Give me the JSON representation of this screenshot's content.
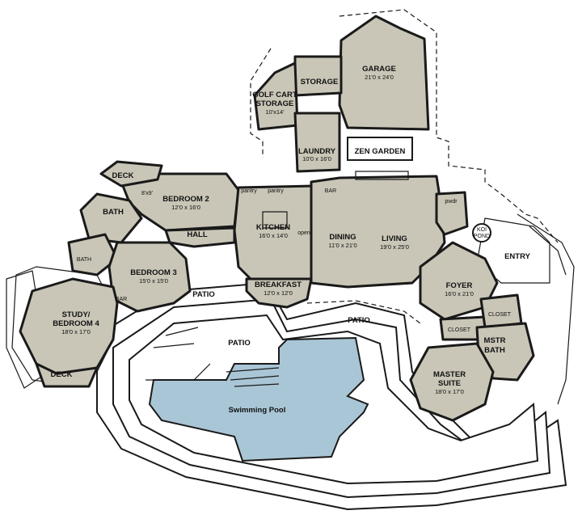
{
  "rooms": {
    "garage": {
      "name": "GARAGE",
      "dim": "21'0 x 24'0"
    },
    "storage": {
      "name": "STORAGE"
    },
    "golf_cart": {
      "name1": "GOLF CART",
      "name2": "STORAGE",
      "dim": "10'x14'"
    },
    "laundry": {
      "name": "LAUNDRY",
      "dim": "10'0 x 16'0"
    },
    "zen_garden": {
      "name": "ZEN GARDEN"
    },
    "deck_top": {
      "name": "DECK"
    },
    "deck_bottom": {
      "name": "DECK"
    },
    "bedroom2": {
      "name": "BEDROOM 2",
      "dim": "12'0 x 16'0",
      "note": "8'x9'"
    },
    "bath": {
      "name": "BATH"
    },
    "hall": {
      "name": "HALL"
    },
    "kitchen": {
      "name": "KITCHEN",
      "dim": "16'0 x 14'0"
    },
    "pantry1": {
      "name": "pantry"
    },
    "pantry2": {
      "name": "pantry"
    },
    "bar": {
      "name": "BAR"
    },
    "open": {
      "name": "open"
    },
    "dining": {
      "name": "DINING",
      "dim": "11'0 x 21'0"
    },
    "living": {
      "name": "LIVING",
      "dim": "19'0 x 25'0"
    },
    "pwdr": {
      "name": "pwdr"
    },
    "koi_pond": {
      "name1": "KOI",
      "name2": "POND"
    },
    "entry": {
      "name": "ENTRY"
    },
    "foyer": {
      "name": "FOYER",
      "dim": "16'0 x 21'0"
    },
    "closet1": {
      "name": "CLOSET"
    },
    "closet2": {
      "name": "CLOSET"
    },
    "mstr_bath": {
      "name1": "MSTR",
      "name2": "BATH"
    },
    "master_suite": {
      "name1": "MASTER",
      "name2": "SUITE",
      "dim": "18'0 x 17'0"
    },
    "bedroom3": {
      "name": "BEDROOM 3",
      "dim": "15'0 x 15'0"
    },
    "bath2": {
      "name": "BATH"
    },
    "bar2": {
      "name": "BAR"
    },
    "study": {
      "name1": "STUDY/",
      "name2": "BEDROOM 4",
      "dim": "18'0 x 17'0"
    },
    "breakfast": {
      "name": "BREAKFAST",
      "dim": "12'0 x 12'0"
    },
    "patio1": {
      "name": "PATIO"
    },
    "patio2": {
      "name": "PATIO"
    },
    "patio3": {
      "name": "PATIO"
    },
    "pool": {
      "name": "Swimming Pool"
    }
  },
  "colors": {
    "room_fill": "#c9c6b7",
    "pool_fill": "#a9c6d6",
    "line": "#1a1a1a"
  }
}
